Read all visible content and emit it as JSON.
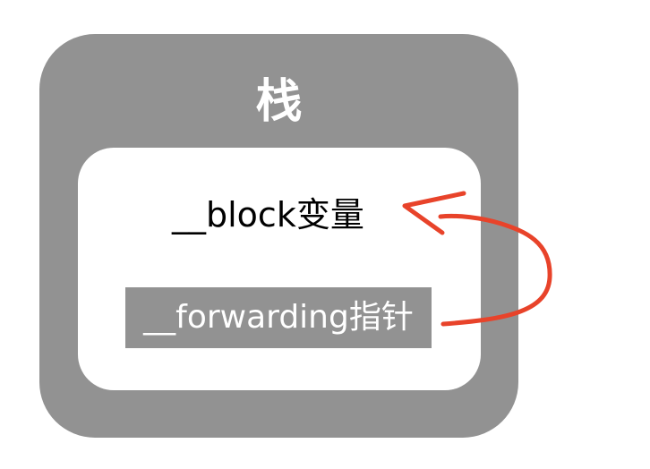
{
  "stack": {
    "title": "栈",
    "fill_color": "#929292"
  },
  "inner": {
    "block_variable": "__block变量",
    "forwarding_pointer": "__forwarding指针"
  },
  "arrow": {
    "color": "#e8432a"
  }
}
